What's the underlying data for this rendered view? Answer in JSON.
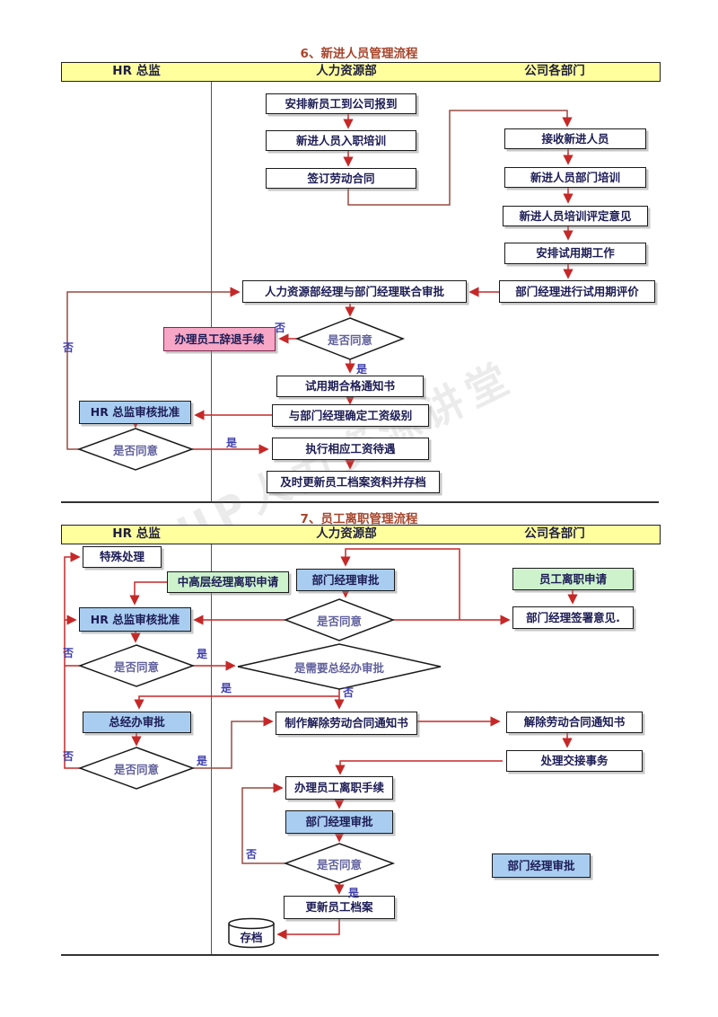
{
  "watermark": {
    "text": "UP人力资源讲堂"
  },
  "labels": {
    "yes": "是",
    "no": "否"
  },
  "colors": {
    "band": "#ffff9d",
    "title": "#a8442a",
    "arrow_red": "#c62828",
    "arrow_brown": "#9a4a42",
    "box_blue": "#a9cdf0",
    "box_green": "#cdf2cc",
    "box_pink": "#f7a6c6",
    "box_text": "#1c1c55",
    "diamond_text": "#62629e"
  },
  "chart1": {
    "title": "6、新进人员管理流程",
    "columns": {
      "c1": "HR 总监",
      "c2": "人力资源部",
      "c3": "公司各部门"
    },
    "nodes": {
      "report": "安排新员工到公司报到",
      "induction": "新进人员入职培训",
      "contract": "签订劳动合同",
      "receive": "接收新进人员",
      "dept_training": "新进人员部门培训",
      "training_opinion": "新进人员培训评定意见",
      "probation_work": "安排试用期工作",
      "probation_review": "部门经理进行试用期评价",
      "joint_approval": "人力资源部经理与部门经理联合审批",
      "dismiss": "办理员工辞退手续",
      "pass_notice": "试用期合格通知书",
      "hr_director_approve": "HR 总监审核批准",
      "salary_grade": "与部门经理确定工资级别",
      "salary_apply": "执行相应工资待遇",
      "update_archive": "及时更新员工档案资料并存档"
    },
    "decisions": {
      "agree1": "是否同意",
      "agree2": "是否同意"
    }
  },
  "chart2": {
    "title": "7、员工离职管理流程",
    "columns": {
      "c1": "HR 总监",
      "c2": "人力资源部",
      "c3": "公司各部门"
    },
    "nodes": {
      "special": "特殊处理",
      "senior_resign": "中高层经理离职申请",
      "dept_approve_top": "部门经理审批",
      "emp_resign": "员工离职申请",
      "hr_director_approve": "HR 总监审核批准",
      "sign_opinion": "部门经理签署意见.",
      "gm_office_approve": "总经办审批",
      "make_notice": "制作解除劳动合同通知书",
      "notice": "解除劳动合同通知书",
      "handover": "处理交接事务",
      "resign_formalities": "办理员工离职手续",
      "dept_approve_mid": "部门经理审批",
      "update_file": "更新员工档案",
      "store": "存档",
      "dept_approve_right": "部门经理审批"
    },
    "decisions": {
      "agree1": "是否同意",
      "agree2": "是否同意",
      "need_gm": "是需要总经办审批",
      "agree3": "是否同意",
      "agree4": "是否同意"
    }
  }
}
